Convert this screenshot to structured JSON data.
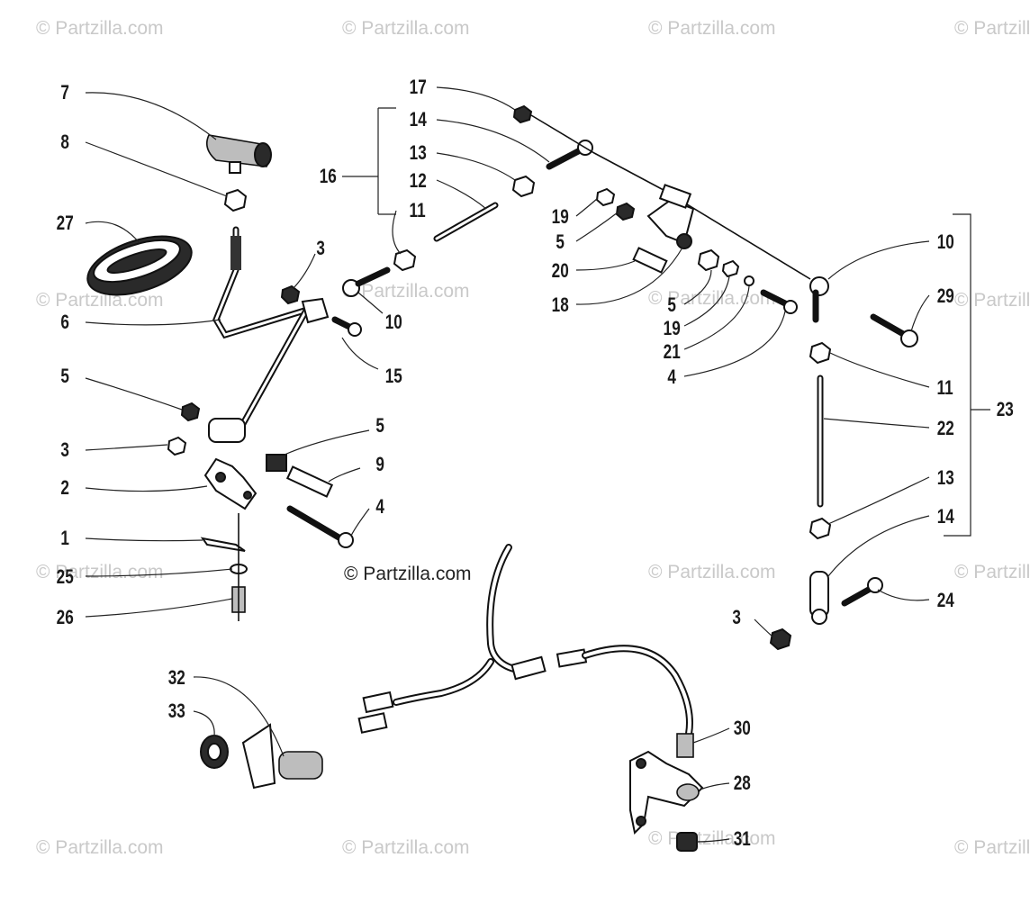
{
  "watermark": "© Partzilla.com",
  "credit": "© Partzilla.com",
  "callouts": {
    "c1": "1",
    "c2": "2",
    "c3a": "3",
    "c3b": "3",
    "c3c": "3",
    "c4a": "4",
    "c4b": "4",
    "c5a": "5",
    "c5b": "5",
    "c5c": "5",
    "c5d": "5",
    "c6": "6",
    "c7": "7",
    "c8": "8",
    "c9": "9",
    "c10a": "10",
    "c10b": "10",
    "c11a": "11",
    "c11b": "11",
    "c12": "12",
    "c13a": "13",
    "c13b": "13",
    "c14a": "14",
    "c14b": "14",
    "c15": "15",
    "c16": "16",
    "c17": "17",
    "c18": "18",
    "c19a": "19",
    "c19b": "19",
    "c20": "20",
    "c21": "21",
    "c22": "22",
    "c23": "23",
    "c24": "24",
    "c25": "25",
    "c26": "26",
    "c27": "27",
    "c28": "28",
    "c29": "29",
    "c30": "30",
    "c31": "31",
    "c32": "32",
    "c33": "33"
  },
  "colors": {
    "ink": "#111111",
    "watermark": "#c9c9c9",
    "background": "#ffffff"
  }
}
